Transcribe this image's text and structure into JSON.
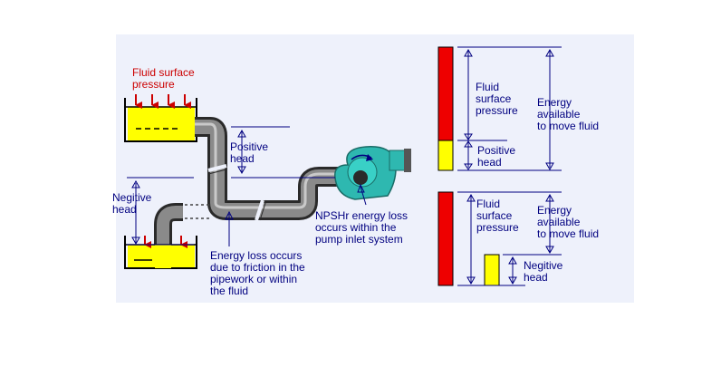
{
  "colors": {
    "background": "#eef1fb",
    "liquid": "#ffff00",
    "energy_bar": "#ee0000",
    "pipe": "#8a8a8a",
    "pump": "#2eb8b0",
    "label": "#000080",
    "surface_arrow": "#cc0000",
    "dimension_line": "#000080"
  },
  "labels": {
    "fluid_surface_pressure_top": [
      "Fluid surface",
      "pressure"
    ],
    "positive_head": [
      "Positive",
      "head"
    ],
    "negative_head": [
      "Negitive",
      "head"
    ],
    "npshr": [
      "NPSHr energy loss",
      "occurs within the",
      "pump inlet system"
    ],
    "energy_loss": [
      "Energy loss occurs",
      "due to friction in the",
      "pipework or within",
      "the fluid"
    ],
    "upper_chart": {
      "fluid_surface_pressure": [
        "Fluid",
        "surface",
        "pressure"
      ],
      "positive_head": [
        "Positive",
        "head"
      ],
      "energy_available": [
        "Energy",
        "available",
        "to move fluid"
      ]
    },
    "lower_chart": {
      "fluid_surface_pressure": [
        "Fluid",
        "surface",
        "pressure"
      ],
      "negative_head": [
        "Negitive",
        "head"
      ],
      "energy_available": [
        "Energy",
        "available",
        "to move fluid"
      ]
    }
  }
}
